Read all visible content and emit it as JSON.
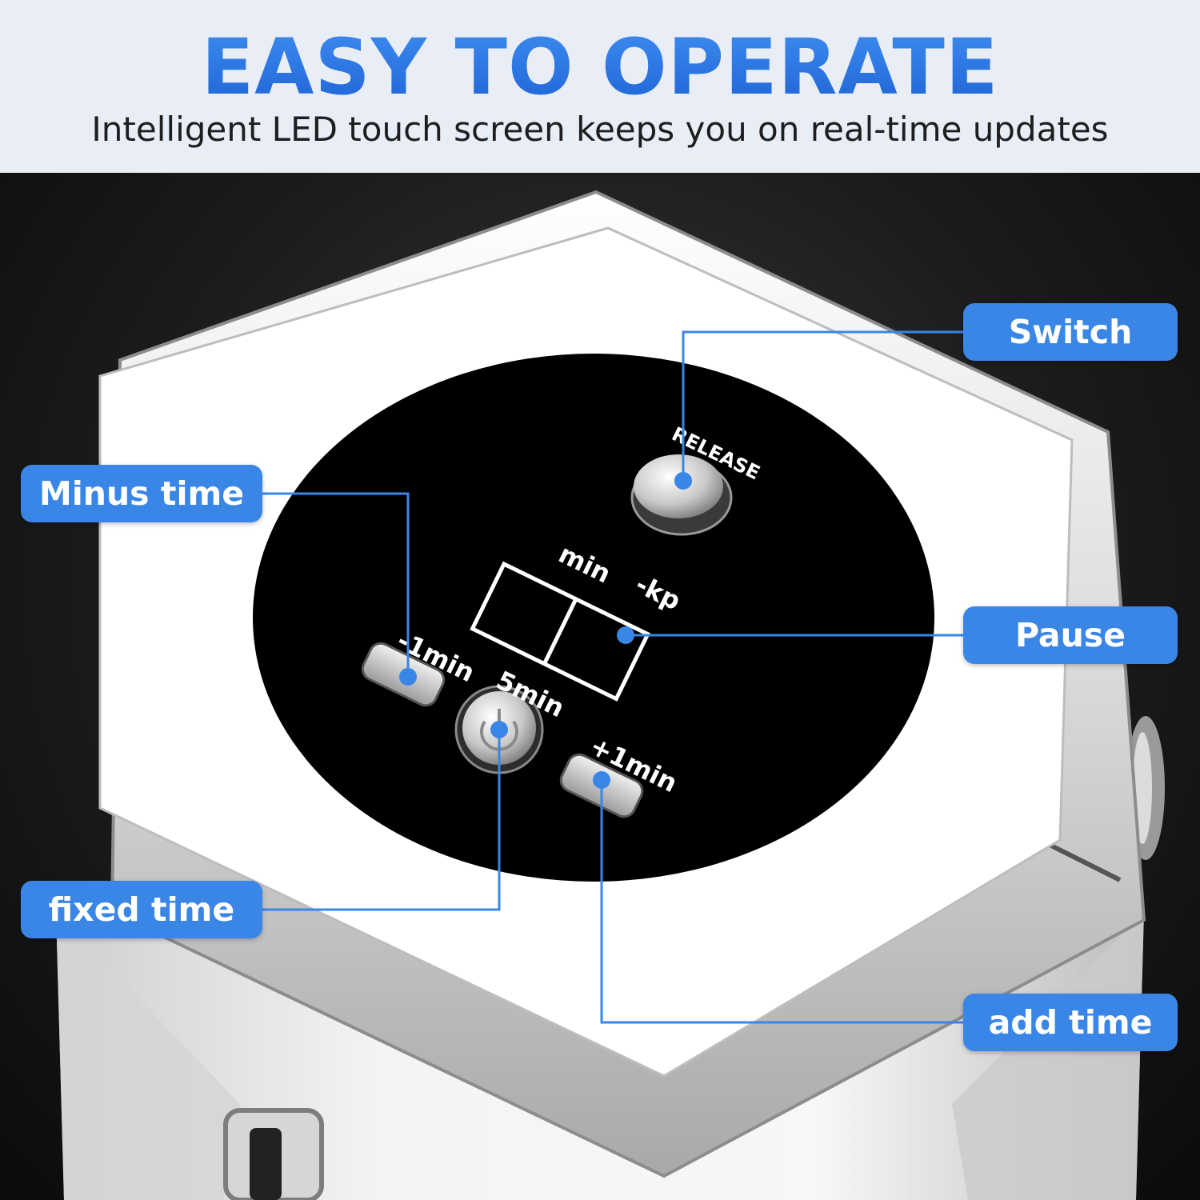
{
  "header": {
    "title": "EASY TO OPERATE",
    "subtitle": "Intelligent LED touch screen keeps you on real-time updates"
  },
  "panel": {
    "release_label": "RELEASE",
    "display_min_label": "min",
    "display_kp_label": "-kp",
    "minus_label": "-1min",
    "fixed_label": "5min",
    "plus_label": "+1min"
  },
  "callouts": {
    "switch": "Switch",
    "pause": "Pause",
    "minus": "Minus time",
    "fixed": "fixed time",
    "add": "add time"
  },
  "colors": {
    "accent": "#3a86e6",
    "title": "#2a74e0",
    "panel": "#000000"
  }
}
